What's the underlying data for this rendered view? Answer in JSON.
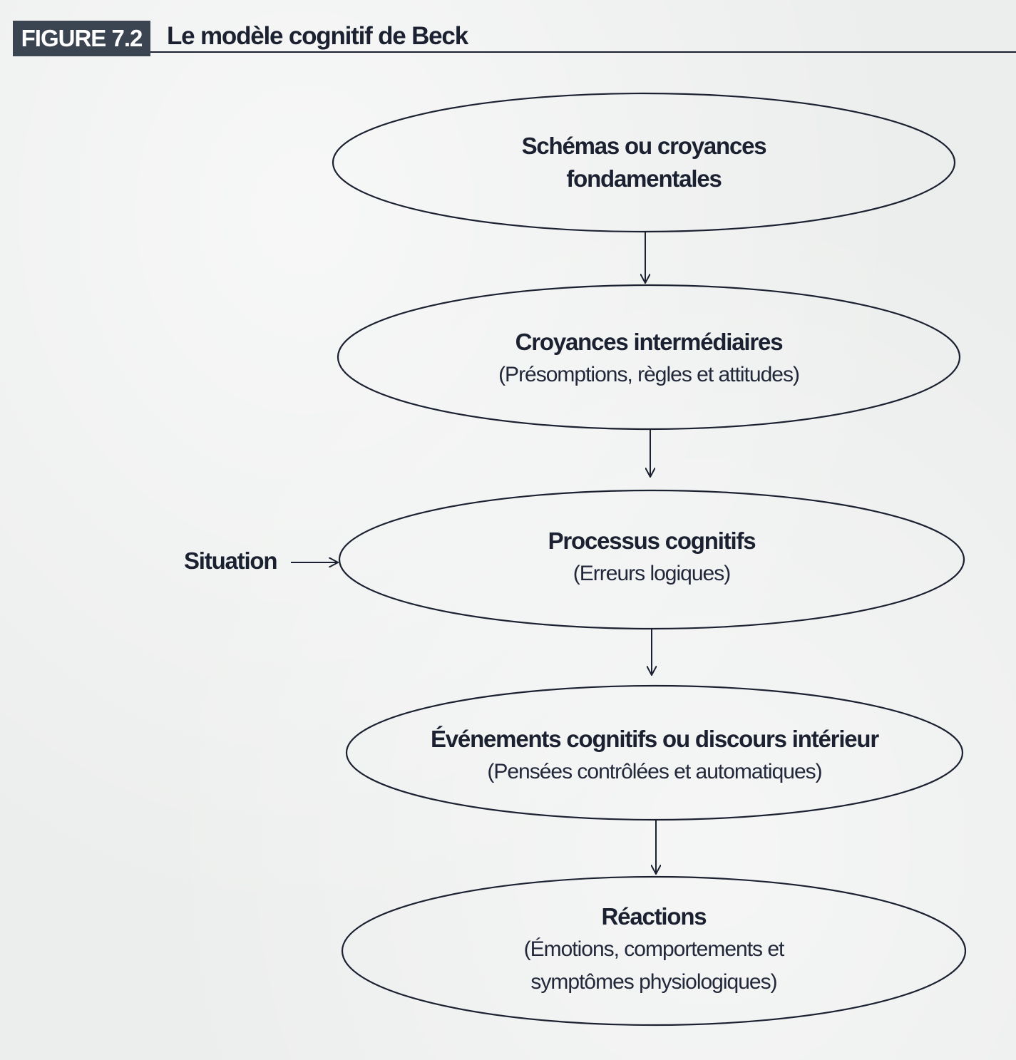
{
  "figure": {
    "number_label": "FIGURE 7.2",
    "title": "Le modèle cognitif de Beck"
  },
  "colors": {
    "badge_bg": "#3b4451",
    "ink": "#1b2130",
    "paper": "#eceeed"
  },
  "diagram": {
    "nodes": [
      {
        "id": "schemas",
        "title": "Schémas ou croyances",
        "title2": "fondamentales",
        "subtitle": ""
      },
      {
        "id": "intermediaires",
        "title": "Croyances intermédiaires",
        "subtitle": "(Présomptions, règles et attitudes)"
      },
      {
        "id": "processus",
        "title": "Processus cognitifs",
        "subtitle": "(Erreurs logiques)"
      },
      {
        "id": "evenements",
        "title": "Événements cognitifs ou discours intérieur",
        "subtitle": "(Pensées contrôlées et automatiques)"
      },
      {
        "id": "reactions",
        "title": "Réactions",
        "subtitle": "(Émotions, comportements et",
        "subtitle2": "symptômes physiologiques)"
      }
    ],
    "input": {
      "label": "Situation",
      "target": "processus"
    },
    "edges": [
      {
        "from": "schemas",
        "to": "intermediaires"
      },
      {
        "from": "intermediaires",
        "to": "processus"
      },
      {
        "from": "processus",
        "to": "evenements"
      },
      {
        "from": "evenements",
        "to": "reactions"
      },
      {
        "from": "situation",
        "to": "processus"
      }
    ]
  }
}
